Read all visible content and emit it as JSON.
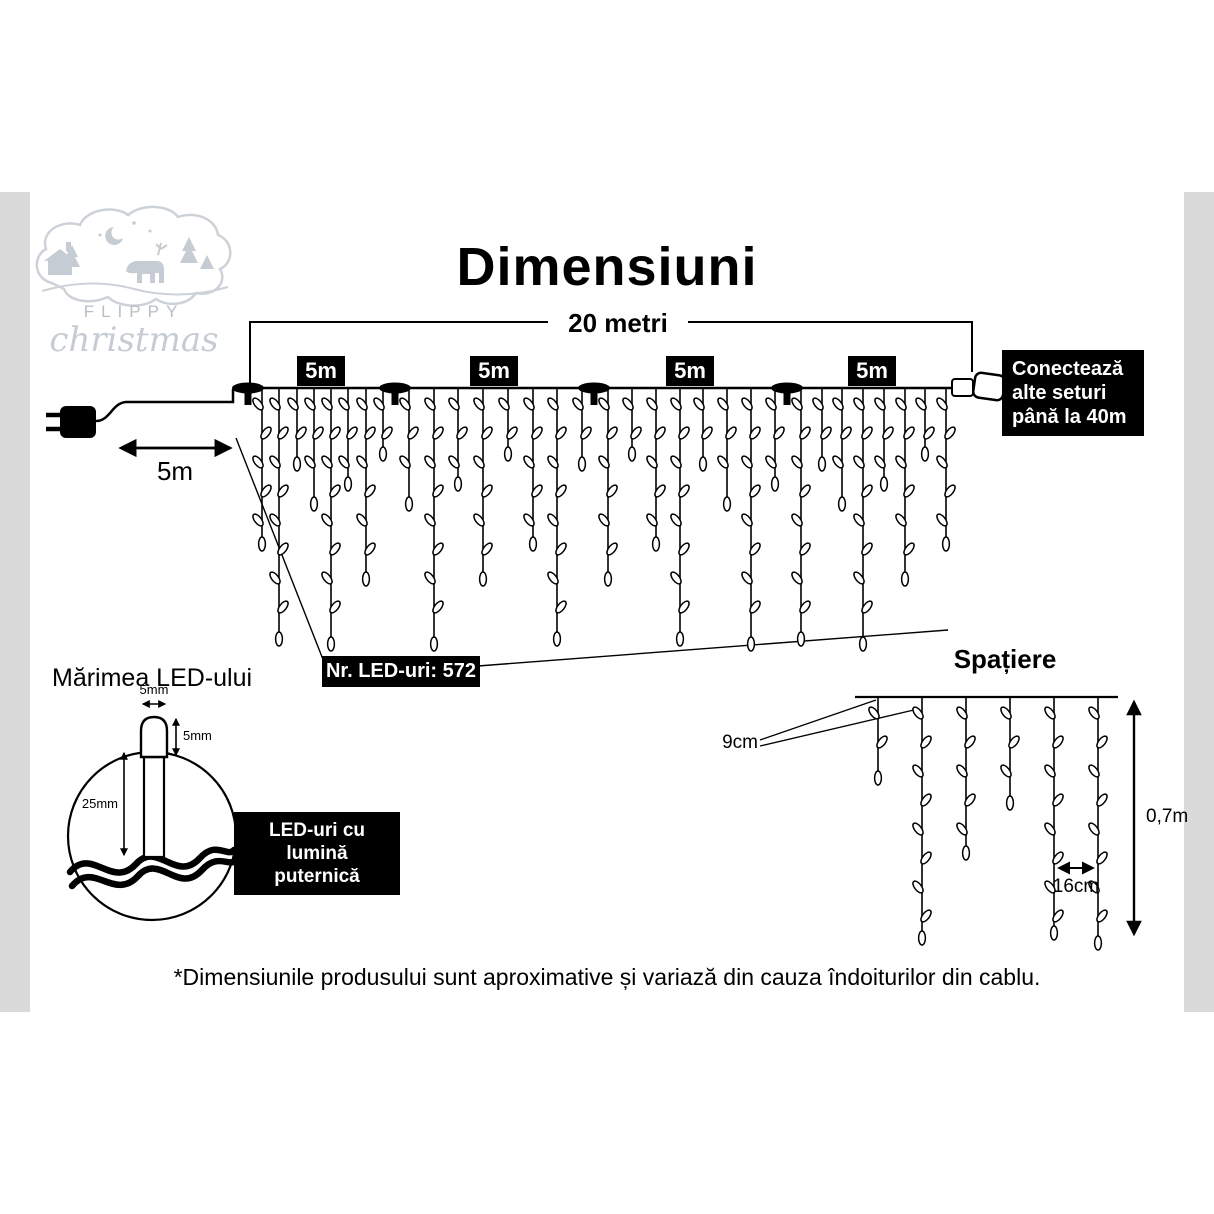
{
  "page": {
    "title": "Dimensiuni",
    "disclaimer": "*Dimensiunile produsului sunt aproximative și variază din cauza îndoiturilor din cablu."
  },
  "logo": {
    "line1": "FLIPPY",
    "line2": "christmas"
  },
  "main": {
    "total_label": "20 metri",
    "segments": [
      "5m",
      "5m",
      "5m",
      "5m"
    ],
    "lead_label": "5m",
    "connect_note": "Conectează\nalte seturi\npână la 40m",
    "led_count": "Nr. LED-uri: 572"
  },
  "led_size": {
    "heading": "Mărimea LED-ului",
    "width_label": "5mm",
    "tip_label": "5mm",
    "length_label": "25mm",
    "note": "LED-uri cu lumină\nputernică"
  },
  "spacing": {
    "heading": "Spațiere",
    "gap_label": "9cm",
    "pair_label": "16cm",
    "height_label": "0,7m"
  },
  "colors": {
    "ink": "#000000",
    "gutter": "#dadada",
    "logo_gray": "#c6ccd3",
    "box_bg": "#000000",
    "box_text": "#ffffff"
  }
}
